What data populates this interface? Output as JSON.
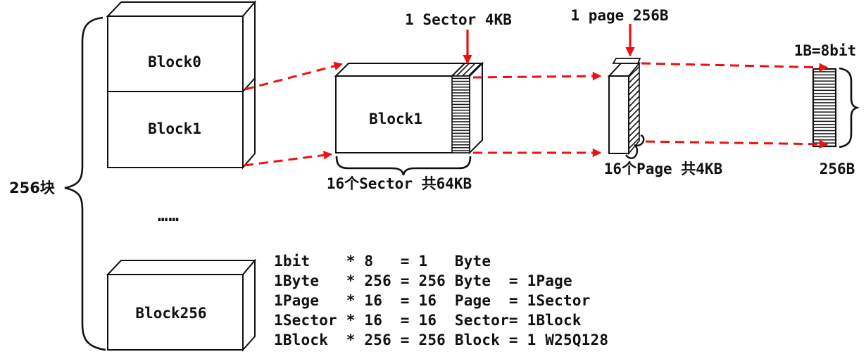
{
  "left_stack": {
    "brace_label": "256块",
    "label_top": "Block0",
    "label_bottom": "Block1"
  },
  "ellipsis": "……",
  "block256": {
    "label": "Block256"
  },
  "mid_block": {
    "label": "Block1",
    "callout": "1 Sector  4KB",
    "caption": "16个Sector 共64KB"
  },
  "page_box": {
    "callout": "1 page 256B",
    "caption": "16个Page 共4KB"
  },
  "byte_column": {
    "callout": "1B=8bit",
    "caption": "256B"
  },
  "equations": "1bit    * 8   = 1   Byte\n1Byte   * 256 = 256 Byte  = 1Page\n1Page   * 16  = 16  Page  = 1Sector\n1Sector * 16  = 16  Sector= 1Block\n1Block  * 256 = 256 Block = 1 W25Q128",
  "colors": {
    "line": "#111111",
    "red": "#ee1010"
  }
}
